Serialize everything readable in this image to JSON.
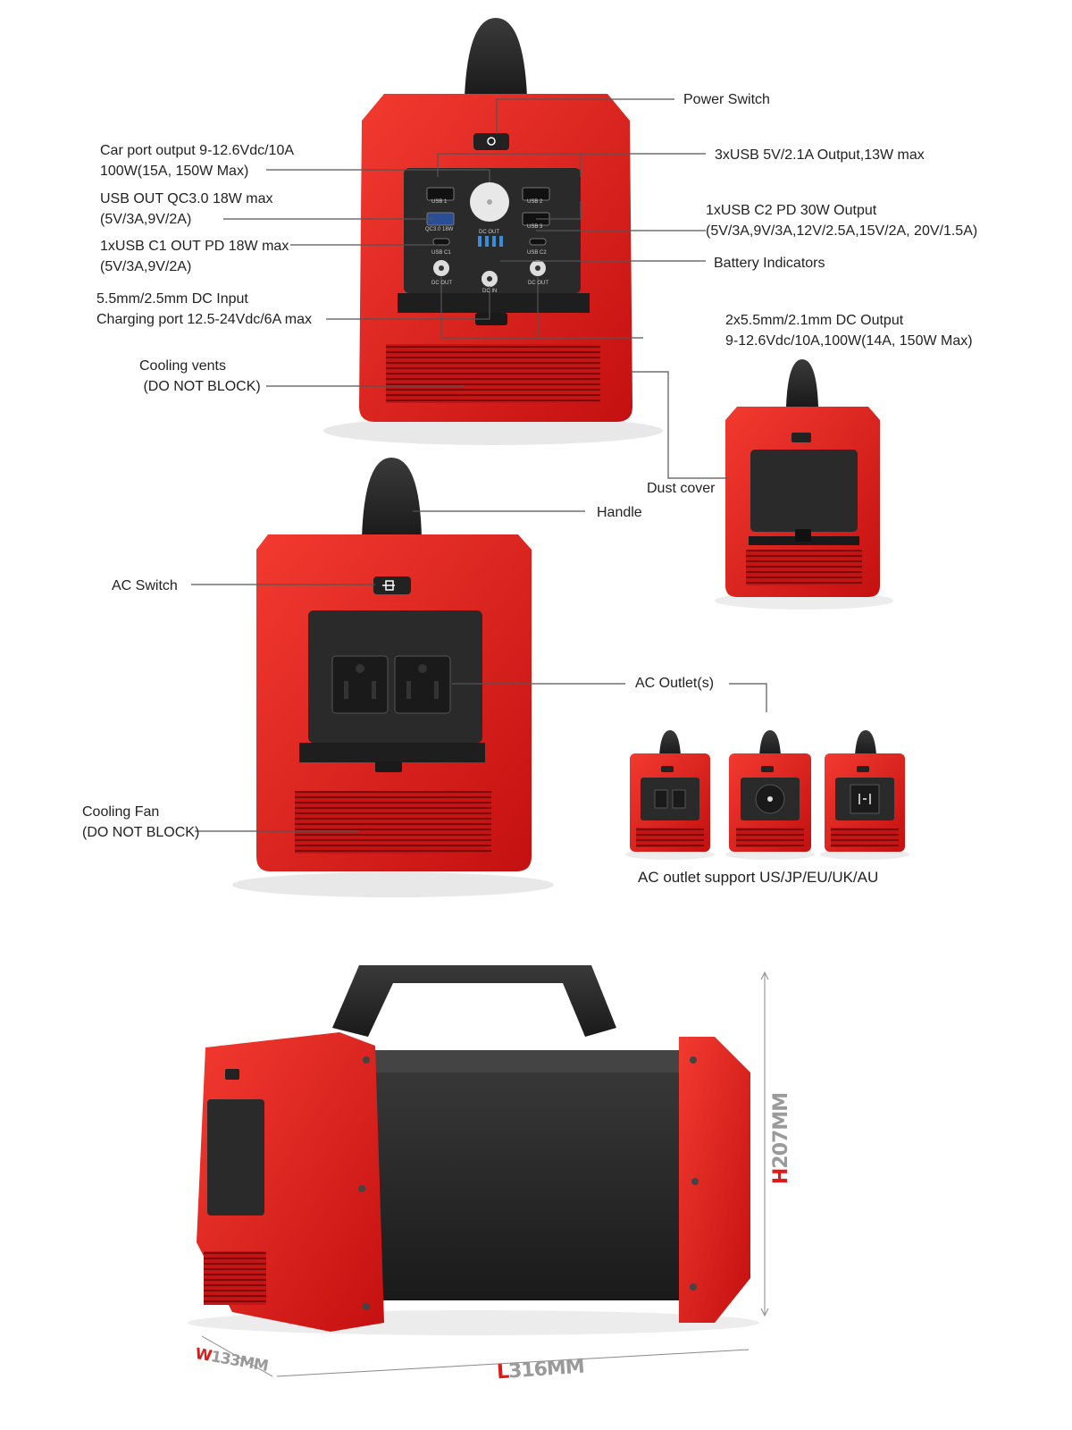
{
  "labels": {
    "power_switch": "Power Switch",
    "car_port": [
      "Car port output 9-12.6Vdc/10A",
      "100W(15A, 150W Max)"
    ],
    "usb_qc": [
      "USB OUT QC3.0 18W max",
      "(5V/3A,9V/2A)"
    ],
    "usb_c1": [
      "1xUSB C1 OUT PD 18W max",
      "(5V/3A,9V/2A)"
    ],
    "dc_input": [
      "5.5mm/2.5mm DC Input",
      "Charging port 12.5-24Vdc/6A max"
    ],
    "cooling_vents": [
      "Cooling vents",
      " (DO NOT BLOCK)"
    ],
    "usb3": "3xUSB 5V/2.1A Output,13W max",
    "usb_c2": [
      "1xUSB C2 PD 30W Output",
      "(5V/3A,9V/3A,12V/2.5A,15V/2A, 20V/1.5A)"
    ],
    "battery_indicators": "Battery Indicators",
    "dc_output": [
      "2x5.5mm/2.1mm DC Output",
      "9-12.6Vdc/10A,100W(14A, 150W Max)"
    ],
    "dust_cover": "Dust cover",
    "handle": "Handle",
    "ac_switch": "AC Switch",
    "ac_outlets": "AC Outlet(s)",
    "cooling_fan": [
      "Cooling Fan",
      "(DO NOT BLOCK)"
    ],
    "ac_support": "AC outlet support US/JP/EU/UK/AU"
  },
  "panel_text": {
    "usb1": "USB 1",
    "usb2": "USB 2",
    "usb3": "USB 3",
    "qc": "QC3.0 18W",
    "usbc1": "USB C1",
    "usbc2": "USB C2",
    "dc_out": "DC OUT",
    "dc_in": "DC IN"
  },
  "dimensions": {
    "height": {
      "letter": "H",
      "value": "207MM"
    },
    "length": {
      "letter": "L",
      "value": "316MM"
    },
    "width": {
      "letter": "W",
      "value": "133MM"
    }
  },
  "colors": {
    "body_red": "#e31b1b",
    "dark": "#2a2a2a",
    "label": "#222222",
    "dim_letter": "#e01818",
    "dim_value": "#9a9a9a"
  }
}
